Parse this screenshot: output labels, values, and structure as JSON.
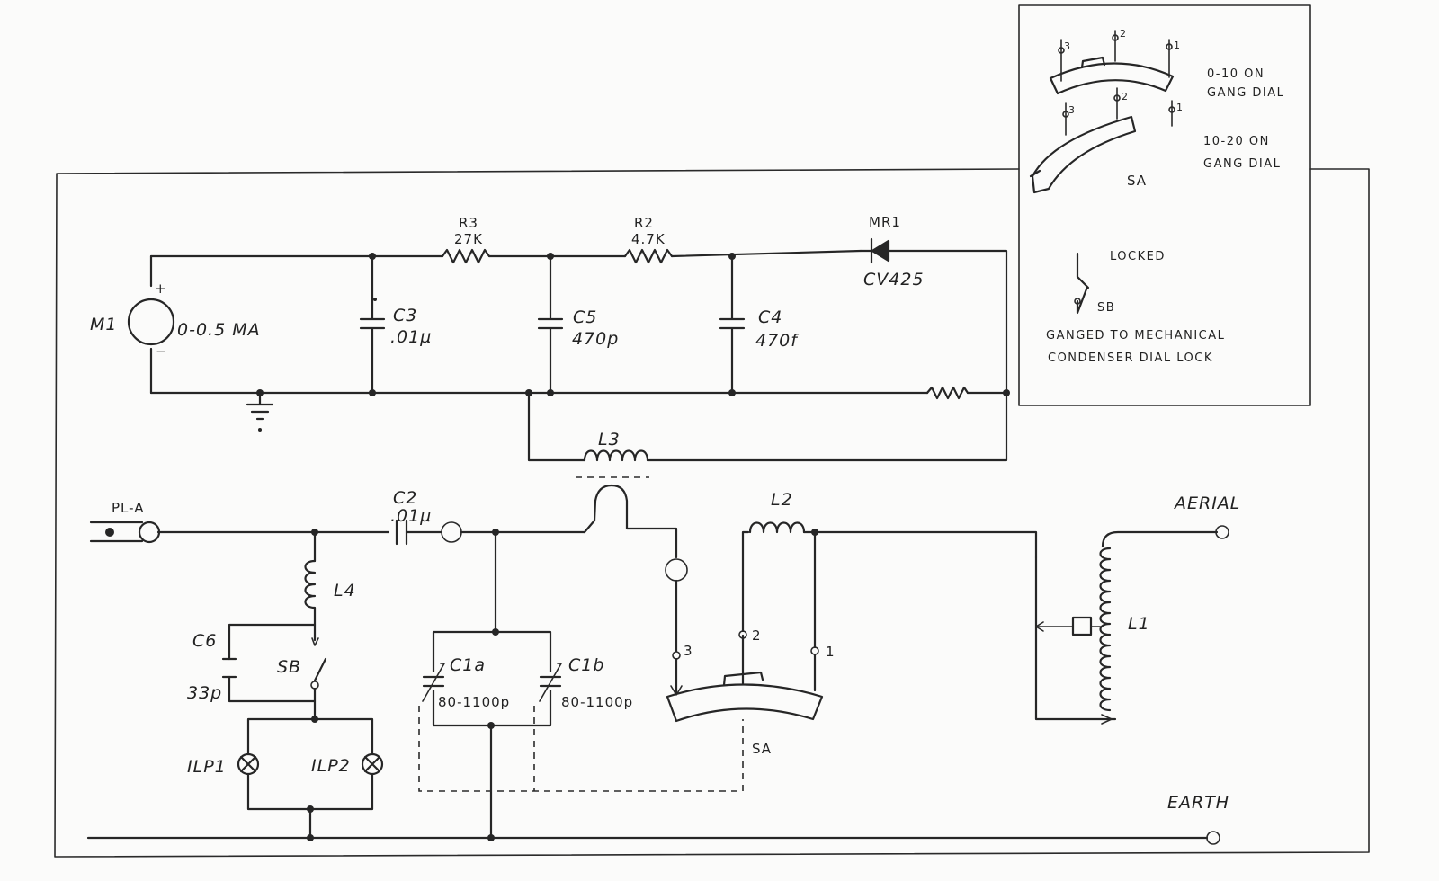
{
  "components": {
    "m1": {
      "ref": "M1",
      "value": "0-0.5 MA"
    },
    "c3": {
      "ref": "C3",
      "value": ".01µ"
    },
    "c5": {
      "ref": "C5",
      "value": "470p"
    },
    "c4": {
      "ref": "C4",
      "value": "470f"
    },
    "r3": {
      "ref": "R3",
      "value": "27K"
    },
    "r2": {
      "ref": "R2",
      "value": "4.7K"
    },
    "mr1": {
      "ref": "MR1",
      "value": "CV425"
    },
    "l3": {
      "ref": "L3"
    },
    "c2": {
      "ref": "C2",
      "value": ".01µ"
    },
    "pla": {
      "ref": "PL-A"
    },
    "l4": {
      "ref": "L4"
    },
    "c6": {
      "ref": "C6",
      "value": "33p"
    },
    "sb": {
      "ref": "SB"
    },
    "c1a": {
      "ref": "C1a",
      "value": "80-1100p"
    },
    "c1b": {
      "ref": "C1b",
      "value": "80-1100p"
    },
    "l2": {
      "ref": "L2"
    },
    "sa": {
      "ref": "SA",
      "pos1": "1",
      "pos2": "2",
      "pos3": "3"
    },
    "l1": {
      "ref": "L1"
    },
    "ilp1": {
      "ref": "ILP1"
    },
    "ilp2": {
      "ref": "ILP2"
    }
  },
  "terminals": {
    "aerial": "AERIAL",
    "earth": "EARTH"
  },
  "inset": {
    "sa_label": "SA",
    "pos1": "1",
    "pos2": "2",
    "pos3": "3",
    "note_range1_line1": "0-10 ON",
    "note_range1_line2": "GANG DIAL",
    "note_range2_line1": "10-20 ON",
    "note_range2_line2": "GANG DIAL",
    "sb_label": "SB",
    "locked_label": "LOCKED",
    "ganged_line1": "GANGED TO MECHANICAL",
    "ganged_line2": "CONDENSER DIAL LOCK"
  }
}
